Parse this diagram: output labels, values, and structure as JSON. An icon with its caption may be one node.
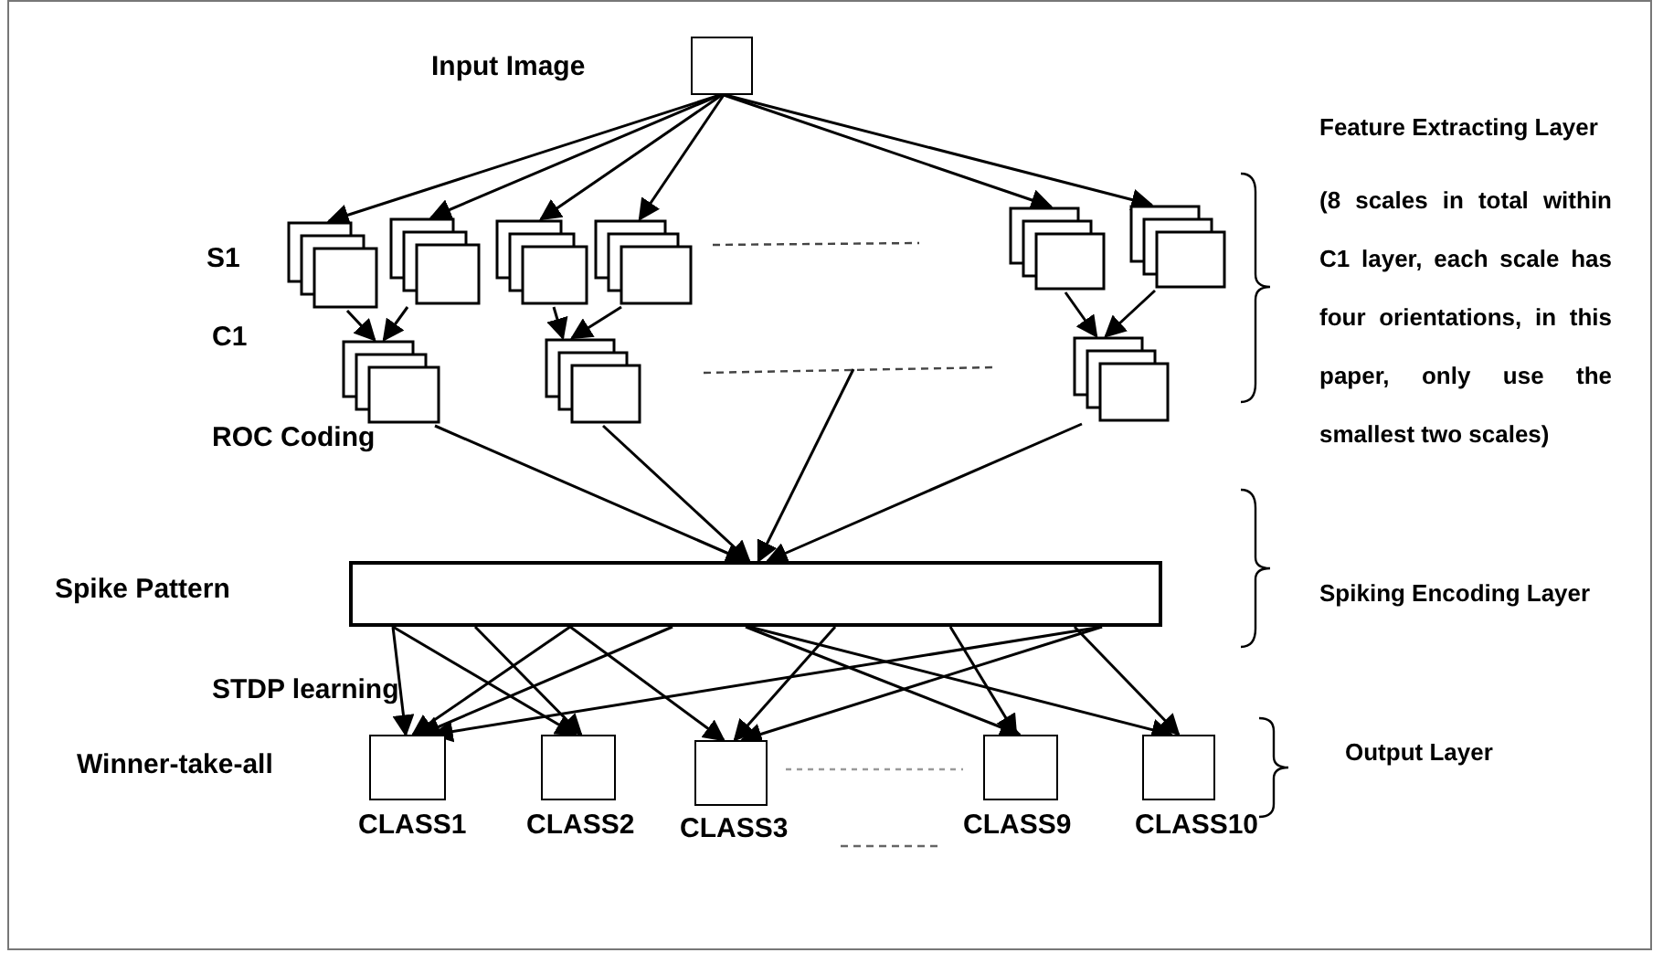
{
  "diagram": {
    "nodes": [
      {
        "text": [],
        "shape": "box"
      },
      {
        "text": [],
        "shape": "box"
      },
      {
        "text": [],
        "shape": "box"
      },
      {
        "text": [],
        "shape": "box"
      },
      {
        "text": [],
        "shape": "box"
      },
      {
        "text": [],
        "shape": "box"
      },
      {
        "text": [],
        "shape": "box"
      },
      {
        "text": [],
        "shape": "box"
      },
      {
        "text": [],
        "shape": "box"
      },
      {
        "text": [],
        "shape": "box"
      },
      {
        "text": [],
        "shape": "bar"
      },
      {
        "text": [],
        "shape": "box",
        "beside": [
          "CLASS1"
        ]
      },
      {
        "text": [],
        "shape": "box",
        "beside": [
          "CLASS2"
        ]
      },
      {
        "text": [],
        "shape": "box",
        "beside": [
          "CLASS3"
        ]
      },
      {
        "text": [],
        "shape": "box",
        "beside": [
          "CLASS9"
        ]
      },
      {
        "text": [],
        "shape": "box",
        "beside": [
          "CLASS10"
        ]
      }
    ],
    "edges": [
      {
        "from": 0,
        "to": 1,
        "arrow": "to"
      },
      {
        "from": 0,
        "to": 2,
        "arrow": "to"
      },
      {
        "from": 0,
        "to": 3,
        "arrow": "to"
      },
      {
        "from": 0,
        "to": 4,
        "arrow": "to"
      },
      {
        "from": 0,
        "to": 5,
        "arrow": "to"
      },
      {
        "from": 0,
        "to": 6,
        "arrow": "to"
      },
      {
        "from": 1,
        "to": 7,
        "arrow": "to"
      },
      {
        "from": 2,
        "to": 7,
        "arrow": "to"
      },
      {
        "from": 3,
        "to": 8,
        "arrow": "to"
      },
      {
        "from": 4,
        "to": 8,
        "arrow": "to"
      },
      {
        "from": 5,
        "to": 9,
        "arrow": "to"
      },
      {
        "from": 6,
        "to": 9,
        "arrow": "to"
      },
      {
        "from": 7,
        "to": 10,
        "arrow": "to"
      },
      {
        "from": 8,
        "to": 10,
        "arrow": "to"
      },
      {
        "from": null,
        "to": 10,
        "arrow": "to"
      },
      {
        "from": 9,
        "to": 10,
        "arrow": "to"
      },
      {
        "from": 10,
        "to": 11,
        "arrow": "to"
      },
      {
        "from": 10,
        "to": 12,
        "arrow": "to"
      },
      {
        "from": 10,
        "to": 12,
        "arrow": "to"
      },
      {
        "from": 10,
        "to": 11,
        "arrow": "to"
      },
      {
        "from": 10,
        "to": 13,
        "arrow": "to"
      },
      {
        "from": 10,
        "to": 11,
        "arrow": "to"
      },
      {
        "from": 10,
        "to": 14,
        "arrow": "to"
      },
      {
        "from": 10,
        "to": 15,
        "arrow": "to"
      },
      {
        "from": 10,
        "to": 13,
        "arrow": "to"
      },
      {
        "from": 10,
        "to": 14,
        "arrow": "to"
      },
      {
        "from": 10,
        "to": 15,
        "arrow": "to"
      },
      {
        "from": 10,
        "to": 11,
        "arrow": "to"
      },
      {
        "from": 10,
        "to": 13,
        "arrow": "to"
      }
    ],
    "labels": [
      "Input Image",
      "Feature Extracting Layer",
      "S1",
      "(8 scales in total within C1 layer, each scale has four orientations, in this paper, only use the smallest two scales)",
      "C1",
      "ROC Coding",
      "Spike Pattern",
      "Spiking Encoding Layer",
      "STDP learning",
      "Winner-take-all",
      "Output Layer"
    ]
  }
}
